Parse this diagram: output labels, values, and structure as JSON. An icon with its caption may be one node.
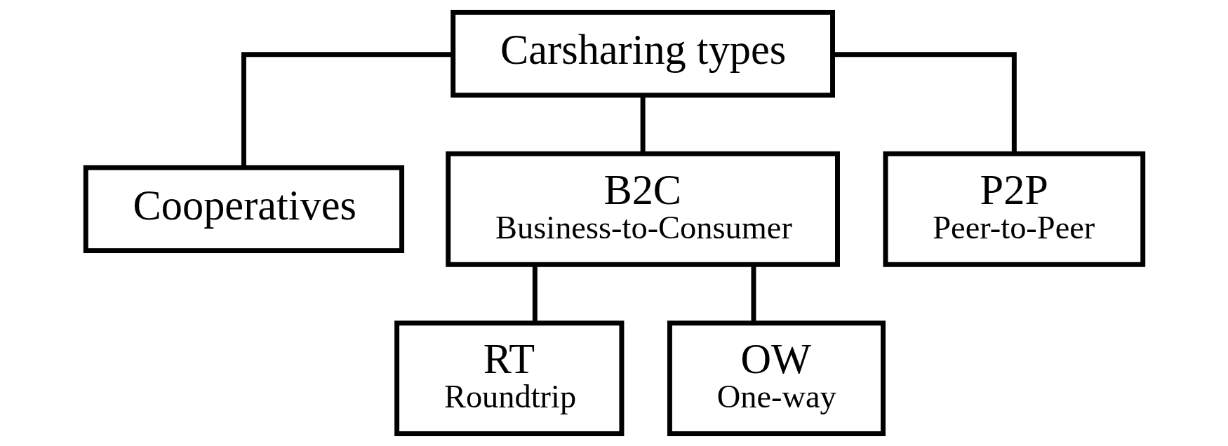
{
  "diagram": {
    "nodes": [
      {
        "text": [
          "Carsharing types"
        ]
      },
      {
        "text": [
          "Cooperatives"
        ]
      },
      {
        "text": [
          "B2C",
          "Business-to-Consumer"
        ]
      },
      {
        "text": [
          "P2P",
          "Peer-to-Peer"
        ]
      },
      {
        "text": [
          "RT",
          "Roundtrip"
        ]
      },
      {
        "text": [
          "OW",
          "One-way"
        ]
      }
    ],
    "edges": [
      {
        "from": 0,
        "to": 1,
        "arrow": "none"
      },
      {
        "from": 0,
        "to": 2,
        "arrow": "none"
      },
      {
        "from": 0,
        "to": 3,
        "arrow": "none"
      },
      {
        "from": 2,
        "to": 4,
        "arrow": "none"
      },
      {
        "from": 2,
        "to": 5,
        "arrow": "none"
      }
    ]
  }
}
